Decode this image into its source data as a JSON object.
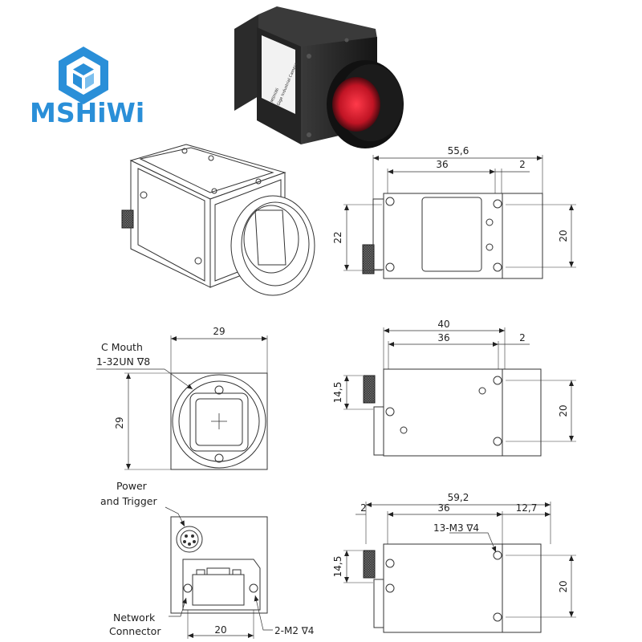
{
  "brand": {
    "name": "MSHiWi",
    "color": "#2a8fd8"
  },
  "photo": {
    "label_lines": [
      "MSHiWi",
      "Gige Industrial Camera"
    ],
    "lens_color": "#d41c2e",
    "icon": "camera-photo"
  },
  "top_view": {
    "overall": "55,6",
    "body": "36",
    "ring": "2",
    "height_left": "22",
    "height_right": "20"
  },
  "front_view": {
    "width": "29",
    "height": "29",
    "mount_label": [
      "C Mouth",
      "1-32UN ∇8"
    ]
  },
  "side_view": {
    "overall": "40",
    "body": "36",
    "ring": "2",
    "connector": "14,5",
    "height": "20"
  },
  "bottom_view": {
    "overall": "59,2",
    "left": "2",
    "body": "36",
    "lens": "12,7",
    "screw": "13-M3 ∇4",
    "connector": "14,5",
    "height": "20"
  },
  "rear_view": {
    "power_label": [
      "Power",
      "and Trigger"
    ],
    "network_label": [
      "Network",
      "Connector"
    ],
    "width": "20",
    "screw": "2-M2 ∇4"
  }
}
